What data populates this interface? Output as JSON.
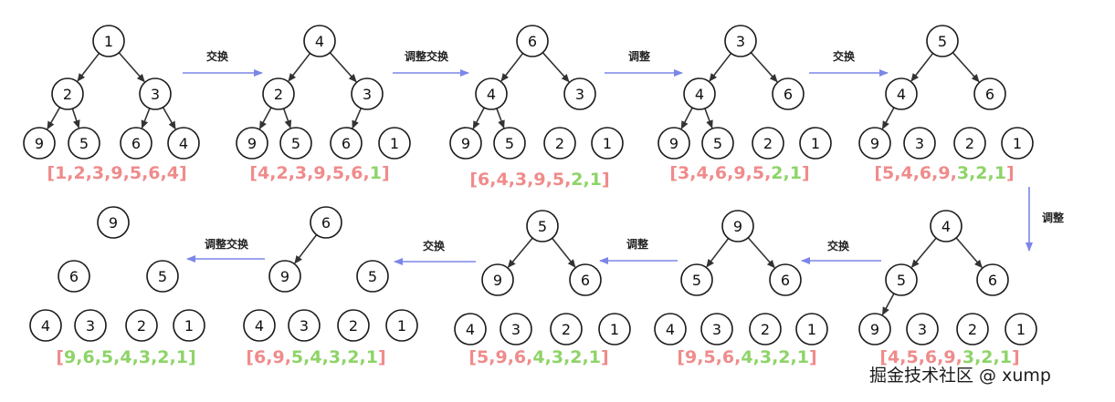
{
  "title": "",
  "watermark": "掘金技术社区 @ xump",
  "colors": {
    "arrow": "#7b86e8",
    "array_default": "#f08b8b",
    "array_sorted": "#8ed468",
    "node_stroke": "#1a1a1a"
  },
  "steps": [
    {
      "label": "交换"
    },
    {
      "label": "调整交换"
    },
    {
      "label": "调整"
    },
    {
      "label": "交换"
    },
    {
      "label": "调整"
    },
    {
      "label": "交换"
    },
    {
      "label": "调整"
    },
    {
      "label": "交换"
    },
    {
      "label": "调整交换"
    }
  ],
  "states": [
    {
      "nodes": [
        "1",
        "2",
        "3",
        "9",
        "5",
        "6",
        "4"
      ],
      "array": [
        {
          "v": "1",
          "s": false
        },
        {
          "v": "2",
          "s": false
        },
        {
          "v": "3",
          "s": false
        },
        {
          "v": "9",
          "s": false
        },
        {
          "v": "5",
          "s": false
        },
        {
          "v": "6",
          "s": false
        },
        {
          "v": "4",
          "s": false
        }
      ]
    },
    {
      "nodes": [
        "4",
        "2",
        "3",
        "9",
        "5",
        "6",
        "1"
      ],
      "array": [
        {
          "v": "4",
          "s": false
        },
        {
          "v": "2",
          "s": false
        },
        {
          "v": "3",
          "s": false
        },
        {
          "v": "9",
          "s": false
        },
        {
          "v": "5",
          "s": false
        },
        {
          "v": "6",
          "s": false
        },
        {
          "v": "1",
          "s": true
        }
      ]
    },
    {
      "nodes": [
        "6",
        "4",
        "3",
        "9",
        "5",
        "2",
        "1"
      ],
      "array": [
        {
          "v": "6",
          "s": false
        },
        {
          "v": "4",
          "s": false
        },
        {
          "v": "3",
          "s": false
        },
        {
          "v": "9",
          "s": false
        },
        {
          "v": "5",
          "s": false
        },
        {
          "v": "2",
          "s": true
        },
        {
          "v": "1",
          "s": true
        }
      ]
    },
    {
      "nodes": [
        "3",
        "4",
        "6",
        "9",
        "5",
        "2",
        "1"
      ],
      "array": [
        {
          "v": "3",
          "s": false
        },
        {
          "v": "4",
          "s": false
        },
        {
          "v": "6",
          "s": false
        },
        {
          "v": "9",
          "s": false
        },
        {
          "v": "5",
          "s": false
        },
        {
          "v": "2",
          "s": true
        },
        {
          "v": "1",
          "s": true
        }
      ]
    },
    {
      "nodes": [
        "5",
        "4",
        "6",
        "9",
        "3",
        "2",
        "1"
      ],
      "array": [
        {
          "v": "5",
          "s": false
        },
        {
          "v": "4",
          "s": false
        },
        {
          "v": "6",
          "s": false
        },
        {
          "v": "9",
          "s": false
        },
        {
          "v": "3",
          "s": true
        },
        {
          "v": "2",
          "s": true
        },
        {
          "v": "1",
          "s": true
        }
      ]
    },
    {
      "nodes": [
        "4",
        "5",
        "6",
        "9",
        "3",
        "2",
        "1"
      ],
      "array": [
        {
          "v": "4",
          "s": false
        },
        {
          "v": "5",
          "s": false
        },
        {
          "v": "6",
          "s": false
        },
        {
          "v": "9",
          "s": false
        },
        {
          "v": "3",
          "s": true
        },
        {
          "v": "2",
          "s": true
        },
        {
          "v": "1",
          "s": true
        }
      ]
    },
    {
      "nodes": [
        "9",
        "5",
        "6",
        "4",
        "3",
        "2",
        "1"
      ],
      "array": [
        {
          "v": "9",
          "s": false
        },
        {
          "v": "5",
          "s": false
        },
        {
          "v": "6",
          "s": false
        },
        {
          "v": "4",
          "s": true
        },
        {
          "v": "3",
          "s": true
        },
        {
          "v": "2",
          "s": true
        },
        {
          "v": "1",
          "s": true
        }
      ]
    },
    {
      "nodes": [
        "5",
        "9",
        "6",
        "4",
        "3",
        "2",
        "1"
      ],
      "array": [
        {
          "v": "5",
          "s": false
        },
        {
          "v": "9",
          "s": false
        },
        {
          "v": "6",
          "s": false
        },
        {
          "v": "4",
          "s": true
        },
        {
          "v": "3",
          "s": true
        },
        {
          "v": "2",
          "s": true
        },
        {
          "v": "1",
          "s": true
        }
      ]
    },
    {
      "nodes": [
        "6",
        "9",
        "5",
        "4",
        "3",
        "2",
        "1"
      ],
      "array": [
        {
          "v": "6",
          "s": false
        },
        {
          "v": "9",
          "s": false
        },
        {
          "v": "5",
          "s": true
        },
        {
          "v": "4",
          "s": true
        },
        {
          "v": "3",
          "s": true
        },
        {
          "v": "2",
          "s": true
        },
        {
          "v": "1",
          "s": true
        }
      ]
    },
    {
      "nodes": [
        "9",
        "6",
        "5",
        "4",
        "3",
        "2",
        "1"
      ],
      "array": [
        {
          "v": "9",
          "s": true
        },
        {
          "v": "6",
          "s": true
        },
        {
          "v": "5",
          "s": true
        },
        {
          "v": "4",
          "s": true
        },
        {
          "v": "3",
          "s": true
        },
        {
          "v": "2",
          "s": true
        },
        {
          "v": "1",
          "s": true
        }
      ]
    }
  ]
}
